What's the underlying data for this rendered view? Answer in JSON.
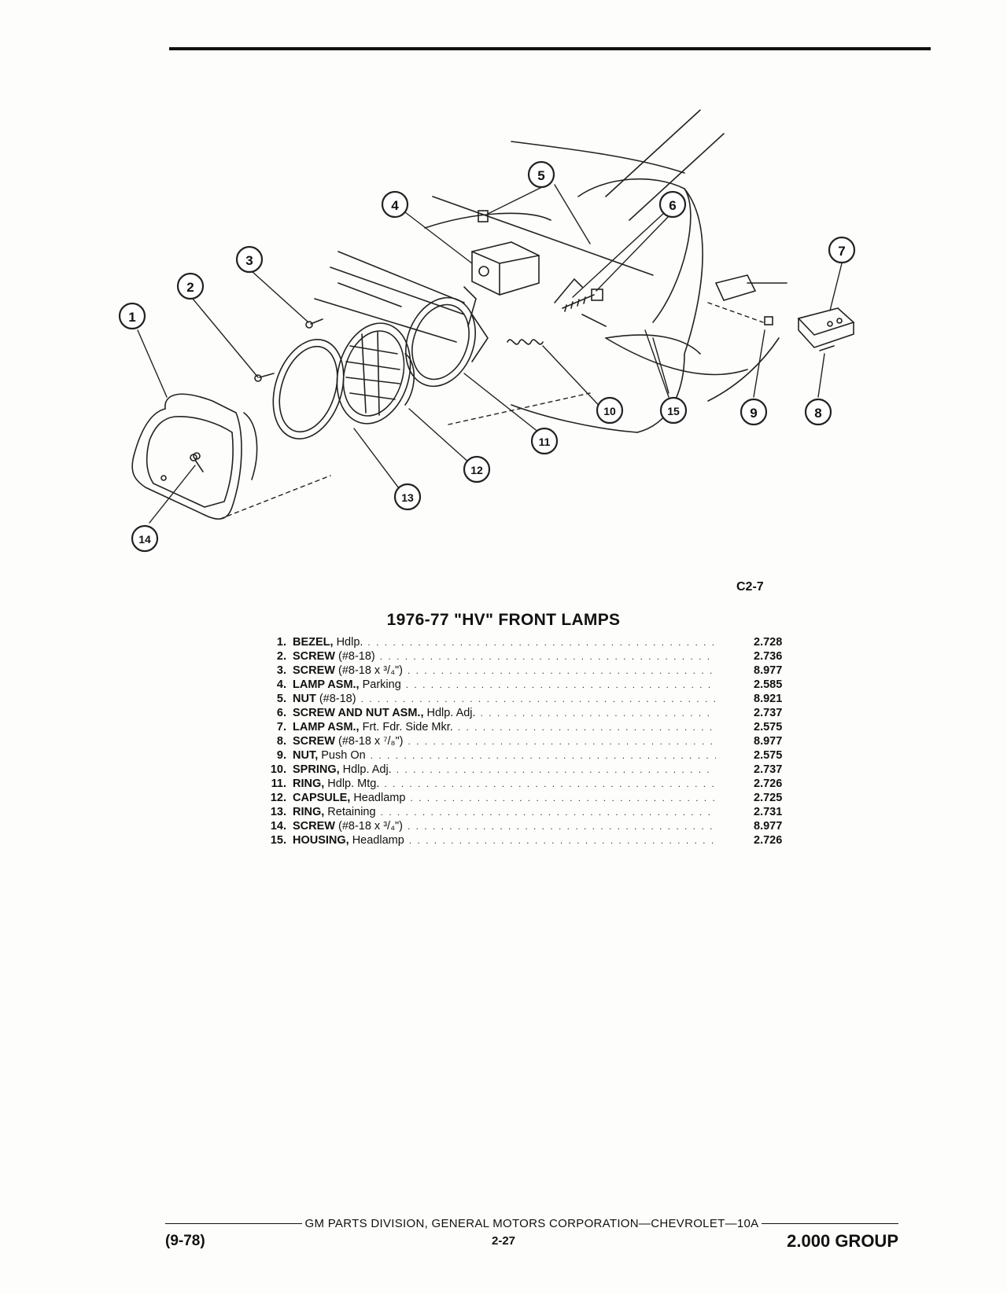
{
  "figure": {
    "code": "C2-7",
    "callouts": [
      "1",
      "2",
      "3",
      "4",
      "5",
      "6",
      "7",
      "8",
      "9",
      "10",
      "11",
      "12",
      "13",
      "14",
      "15"
    ]
  },
  "title": "1976-77 \"HV\" FRONT LAMPS",
  "parts": [
    {
      "num": "1.",
      "name": "BEZEL,",
      "desc": "Hdlp.",
      "code": "2.728"
    },
    {
      "num": "2.",
      "name": "SCREW",
      "desc": "(#8-18)",
      "code": "2.736"
    },
    {
      "num": "3.",
      "name": "SCREW",
      "desc": "(#8-18 x ³/₄\")",
      "code": "8.977"
    },
    {
      "num": "4.",
      "name": "LAMP ASM.,",
      "desc": "Parking",
      "code": "2.585"
    },
    {
      "num": "5.",
      "name": "NUT",
      "desc": "(#8-18)",
      "code": "8.921"
    },
    {
      "num": "6.",
      "name": "SCREW AND NUT ASM.,",
      "desc": "Hdlp. Adj.",
      "code": "2.737"
    },
    {
      "num": "7.",
      "name": "LAMP ASM.,",
      "desc": "Frt. Fdr. Side Mkr.",
      "code": "2.575"
    },
    {
      "num": "8.",
      "name": "SCREW",
      "desc": "(#8-18 x ⁷/₈\")",
      "code": "8.977"
    },
    {
      "num": "9.",
      "name": "NUT,",
      "desc": "Push On",
      "code": "2.575"
    },
    {
      "num": "10.",
      "name": "SPRING,",
      "desc": "Hdlp. Adj.",
      "code": "2.737"
    },
    {
      "num": "11.",
      "name": "RING,",
      "desc": "Hdlp. Mtg.",
      "code": "2.726"
    },
    {
      "num": "12.",
      "name": "CAPSULE,",
      "desc": "Headlamp",
      "code": "2.725"
    },
    {
      "num": "13.",
      "name": "RING,",
      "desc": "Retaining",
      "code": "2.731"
    },
    {
      "num": "14.",
      "name": "SCREW",
      "desc": "(#8-18 x ³/₄\")",
      "code": "8.977"
    },
    {
      "num": "15.",
      "name": "HOUSING,",
      "desc": "Headlamp",
      "code": "2.726"
    }
  ],
  "footer": {
    "division": "GM PARTS DIVISION, GENERAL MOTORS CORPORATION—CHEVROLET—10A",
    "date": "(9-78)",
    "page": "2-27",
    "group": "2.000 GROUP"
  }
}
